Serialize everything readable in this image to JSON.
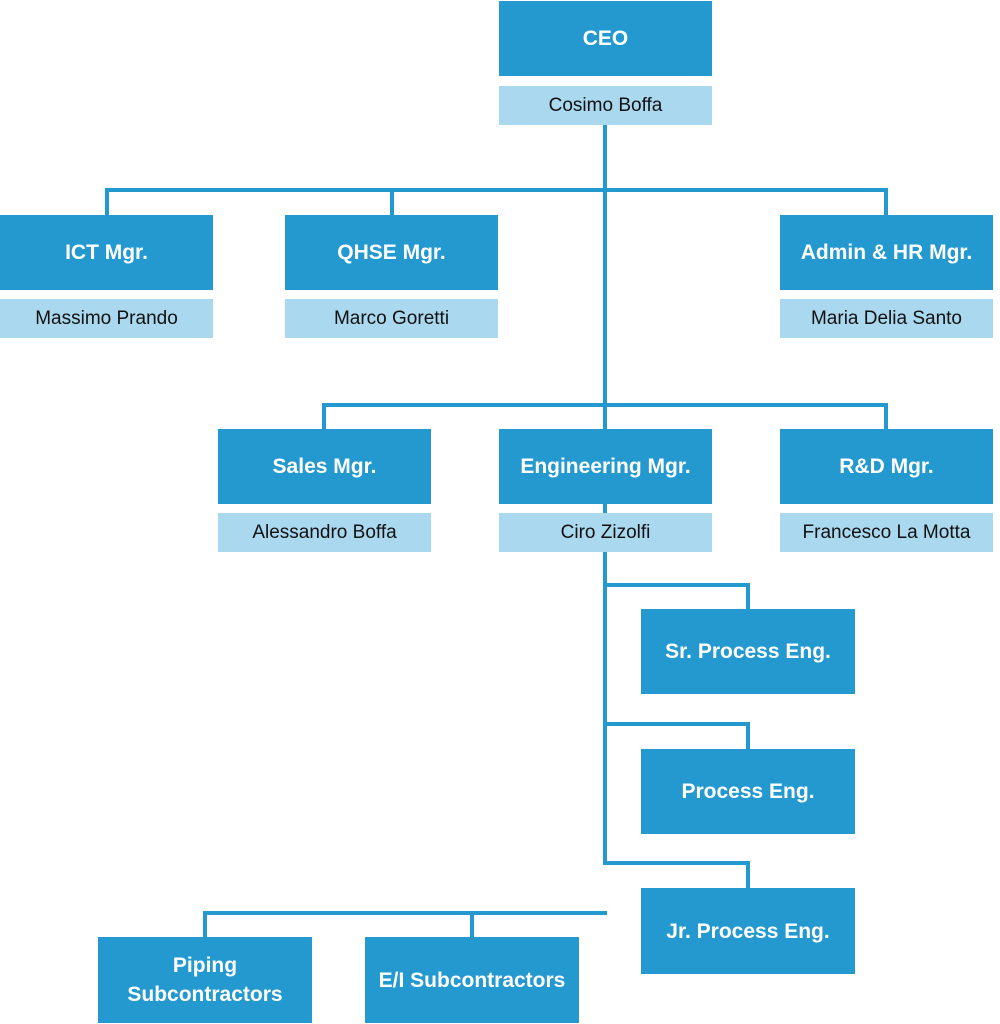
{
  "colors": {
    "title_box": "#2399cf",
    "name_box": "#aad8ef",
    "connector": "#2399cf"
  },
  "org_chart": {
    "ceo": {
      "title": "CEO",
      "name": "Cosimo Boffa"
    },
    "ict": {
      "title": "ICT Mgr.",
      "name": "Massimo Prando"
    },
    "qhse": {
      "title": "QHSE Mgr.",
      "name": "Marco Goretti"
    },
    "admin_hr": {
      "title": "Admin & HR Mgr.",
      "name": "Maria Delia Santo"
    },
    "sales": {
      "title": "Sales Mgr.",
      "name": "Alessandro Boffa"
    },
    "engineering": {
      "title": "Engineering Mgr.",
      "name": "Ciro Zizolfi"
    },
    "rnd": {
      "title": "R&D Mgr.",
      "name": "Francesco La Motta"
    },
    "sr_process": {
      "title": "Sr. Process Eng."
    },
    "process": {
      "title": "Process Eng."
    },
    "jr_process": {
      "title": "Jr. Process Eng."
    },
    "piping": {
      "title": "Piping Subcontractors"
    },
    "ei": {
      "title": "E/I Subcontractors"
    }
  }
}
